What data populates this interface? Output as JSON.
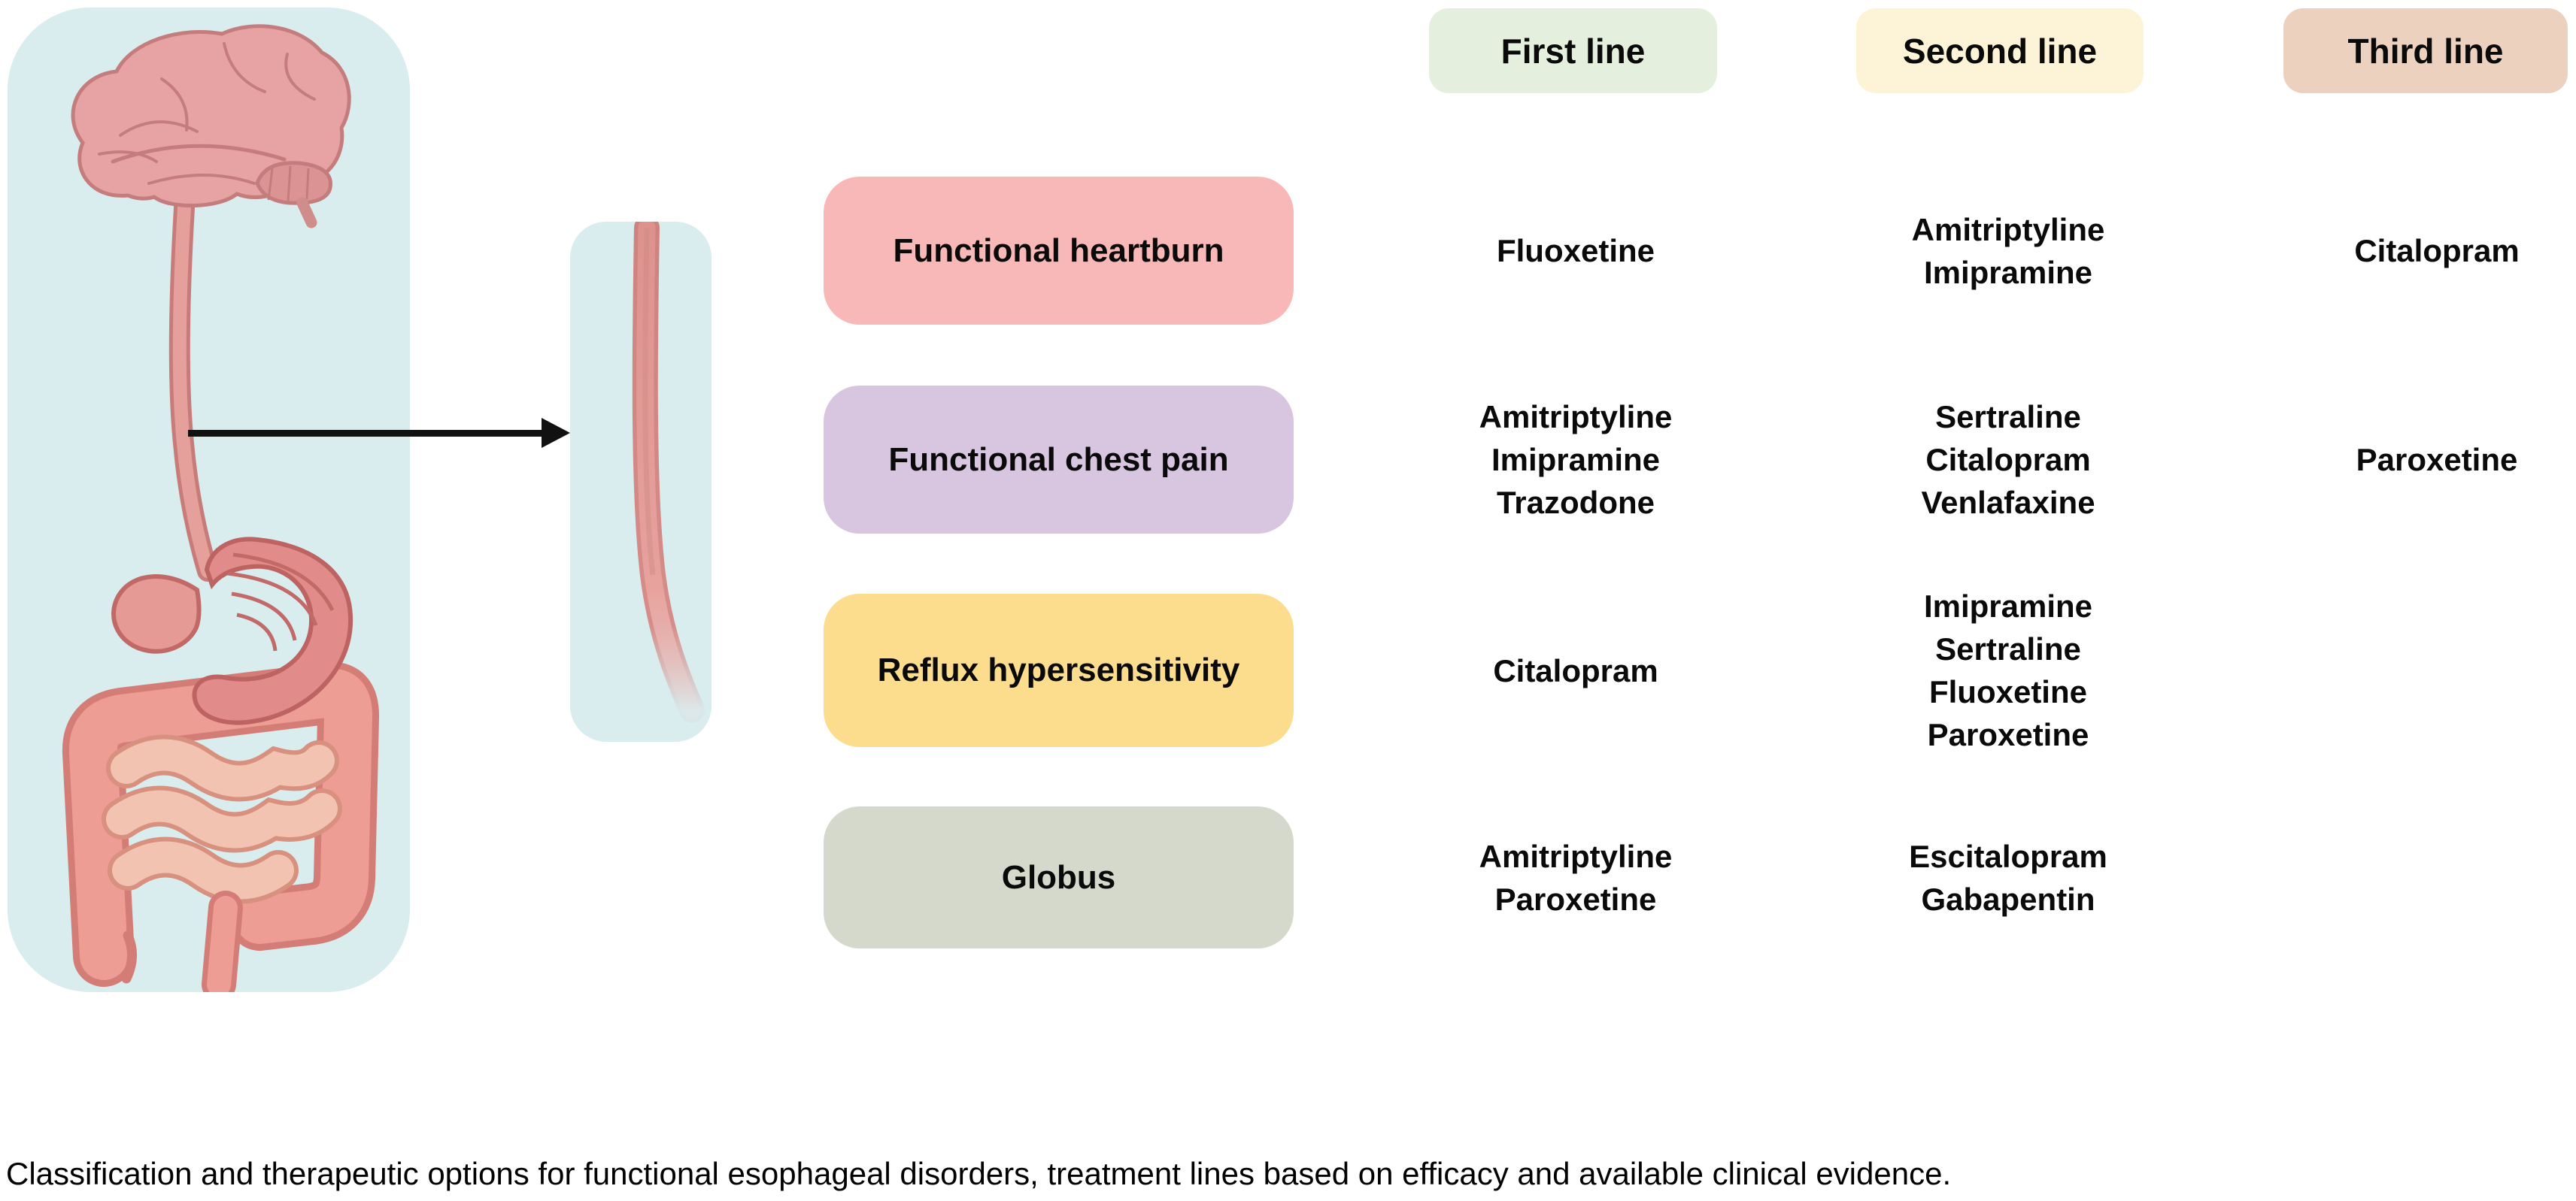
{
  "figure": {
    "caption": "Classification and therapeutic options for functional esophageal disorders, treatment lines based on efficacy and available clinical evidence.",
    "panel_color": "#d9ecee"
  },
  "icons": {
    "digestive_system": "digestive-system-illustration",
    "esophagus_zoom": "esophagus-zoom-illustration",
    "arrow": "right-arrow"
  },
  "treatment_lines": [
    {
      "label": "First line",
      "color": "#e4efde"
    },
    {
      "label": "Second line",
      "color": "#fdf4d8"
    },
    {
      "label": "Third line",
      "color": "#ecd2be"
    }
  ],
  "disorders": [
    {
      "label": "Functional heartburn",
      "color": "#f9b8b8",
      "treatments": {
        "first": [
          "Fluoxetine"
        ],
        "second": [
          "Amitriptyline",
          "Imipramine"
        ],
        "third": [
          "Citalopram"
        ]
      }
    },
    {
      "label": "Functional chest pain",
      "color": "#d8c6e0",
      "treatments": {
        "first": [
          "Amitriptyline",
          "Imipramine",
          "Trazodone"
        ],
        "second": [
          "Sertraline",
          "Citalopram",
          "Venlafaxine"
        ],
        "third": [
          "Paroxetine"
        ]
      }
    },
    {
      "label": "Reflux hypersensitivity",
      "color": "#fcdc8d",
      "treatments": {
        "first": [
          "Citalopram"
        ],
        "second": [
          "Imipramine",
          "Sertraline",
          "Fluoxetine",
          "Paroxetine"
        ],
        "third": []
      }
    },
    {
      "label": "Globus",
      "color": "#d5d9cc",
      "treatments": {
        "first": [
          "Amitriptyline",
          "Paroxetine"
        ],
        "second": [
          "Escitalopram",
          "Gabapentin"
        ],
        "third": []
      }
    }
  ]
}
